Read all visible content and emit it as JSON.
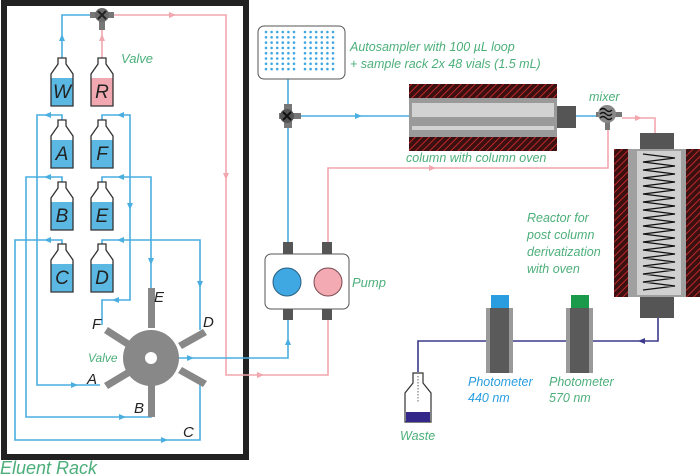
{
  "colors": {
    "eluent_line": "#4aaee0",
    "reagent_line": "#f2a6ae",
    "detector_line": "#3b3a8c",
    "label_green": "#4caf7a",
    "label_blue": "#2a9de0",
    "bottle_blue": "#5bb8e2",
    "bottle_pink": "#f1a8b0",
    "rack_border": "#222222",
    "heater_red": "#8b1a1a",
    "photometer_440_cap": "#2a9de0",
    "photometer_570_cap": "#1a9a4a",
    "waste_fill": "#33288a"
  },
  "eluent_rack": {
    "title": "Eluent Rack",
    "top_valve_label": "Valve",
    "selector_valve_label": "Valve",
    "bottles": [
      {
        "id": "W",
        "label": "W",
        "liquid": "eluent"
      },
      {
        "id": "R",
        "label": "R",
        "liquid": "reagent"
      },
      {
        "id": "A",
        "label": "A",
        "liquid": "eluent"
      },
      {
        "id": "F",
        "label": "F",
        "liquid": "eluent"
      },
      {
        "id": "B",
        "label": "B",
        "liquid": "eluent"
      },
      {
        "id": "E",
        "label": "E",
        "liquid": "eluent"
      },
      {
        "id": "C",
        "label": "C",
        "liquid": "eluent"
      },
      {
        "id": "D",
        "label": "D",
        "liquid": "eluent"
      }
    ],
    "valve_ports": [
      "E",
      "D",
      "C",
      "B",
      "A",
      "F"
    ]
  },
  "autosampler": {
    "line1": "Autosampler with 100 µL loop",
    "line2": "+ sample rack 2x 48 vials (1.5 mL)"
  },
  "column": {
    "label": "column with column oven"
  },
  "mixer": {
    "label": "mixer"
  },
  "pump": {
    "label": "Pump"
  },
  "reactor": {
    "lines": [
      "Reactor for",
      "post column",
      "derivatization",
      "with oven"
    ]
  },
  "photometers": [
    {
      "line1": "Photometer",
      "line2": "440 nm"
    },
    {
      "line1": "Photometer",
      "line2": "570 nm"
    }
  ],
  "waste": {
    "label": "Waste"
  }
}
